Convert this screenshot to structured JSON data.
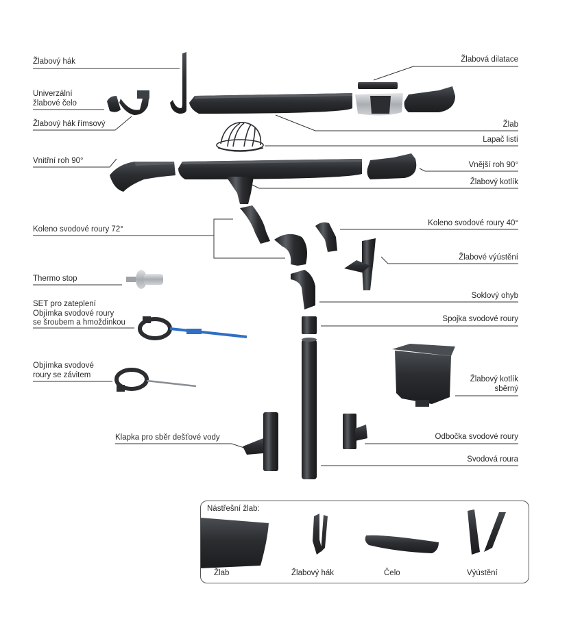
{
  "labels": {
    "zlabovy_hak": "Žlabový hák",
    "univerzalni_celo": "Univerzální\nžlabové čelo",
    "hak_rimsovy": "Žlabový hák římsový",
    "vnitrni_roh": "Vnitřní roh 90°",
    "koleno_72": "Koleno svodové roury 72°",
    "thermo_stop": "Thermo stop",
    "set_zatepleni": "SET pro zateplení\nObjímka svodové roury\nse šroubem a hmoždinkou",
    "objimka_zavit": "Objímka svodové\nroury se závitem",
    "klapka": "Klapka pro sběr dešťové vody",
    "dilatace": "Žlabová dilatace",
    "zlab": "Žlab",
    "lapac": "Lapač listí",
    "vnejsi_roh": "Vnější roh 90°",
    "kotlik": "Žlabový kotlík",
    "koleno_40": "Koleno svodové roury 40°",
    "vysteni": "Žlabové výústění",
    "soklovy": "Soklový ohyb",
    "spojka": "Spojka svodové roury",
    "kotlik_sberny": "Žlabový kotlík\nsběrný",
    "odbocka": "Odbočka svodové roury",
    "svodova_roura": "Svodová roura"
  },
  "inset": {
    "title": "Nástřešní žlab:",
    "items": [
      "Žlab",
      "Žlabový hák",
      "Čelo",
      "Výústění"
    ]
  },
  "colors": {
    "part": "#2b2d30",
    "part_highlight": "#55595e",
    "line": "#333333",
    "blue_rod": "#2f6fc4",
    "silver": "#b8bcc0"
  },
  "icons": [
    "gutter-hook-icon",
    "gutter-end-cap-icon",
    "eaves-hook-icon",
    "gutter-icon",
    "expansion-joint-icon",
    "leaf-guard-icon",
    "inner-corner-icon",
    "outer-corner-icon",
    "outlet-icon",
    "elbow-72-icon",
    "elbow-40-icon",
    "spout-icon",
    "thermo-stop-icon",
    "pipe-clamp-set-icon",
    "pipe-clamp-thread-icon",
    "offset-bend-icon",
    "coupling-icon",
    "downpipe-icon",
    "hopper-icon",
    "branch-icon",
    "rain-flap-icon"
  ]
}
